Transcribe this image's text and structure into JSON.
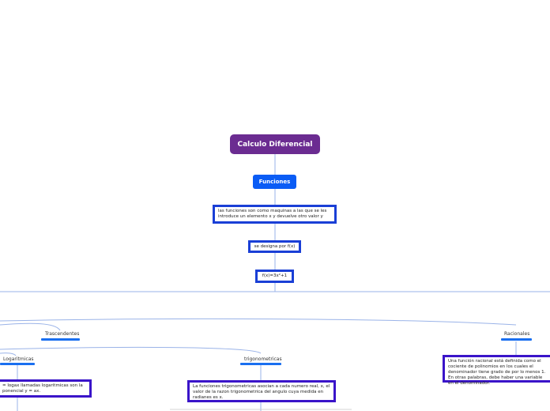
{
  "root": {
    "title": "Calculo Diferencial"
  },
  "main": {
    "title": "Funciones"
  },
  "chain": [
    "las funciones son como maquinas a las que se les introduce un elemento x y devuelve otro valor y",
    "se designa por f(x)",
    "f(x)=3x²+1"
  ],
  "branches": {
    "trascendentes": "Trascendentes",
    "racionales": "Racionales",
    "logaritmicas": "Logaritmicas",
    "trigonometricas": "trigonometricas"
  },
  "notes": {
    "logaritmicas": "= logax llamadas logaritmicas son la ponencial y = ax.",
    "trigonometricas": "La funciones trigonometricas asocian a cada numero real, x, el valor de la razon trigonometrica del angulo cuya medida en radianes es x.",
    "racionales": "Una función racional está definida como el cociente de polinomios en los cuales el denominador tiene grado de por lo menos 1. En otras palabras, debe haber una variable en el denominador."
  }
}
